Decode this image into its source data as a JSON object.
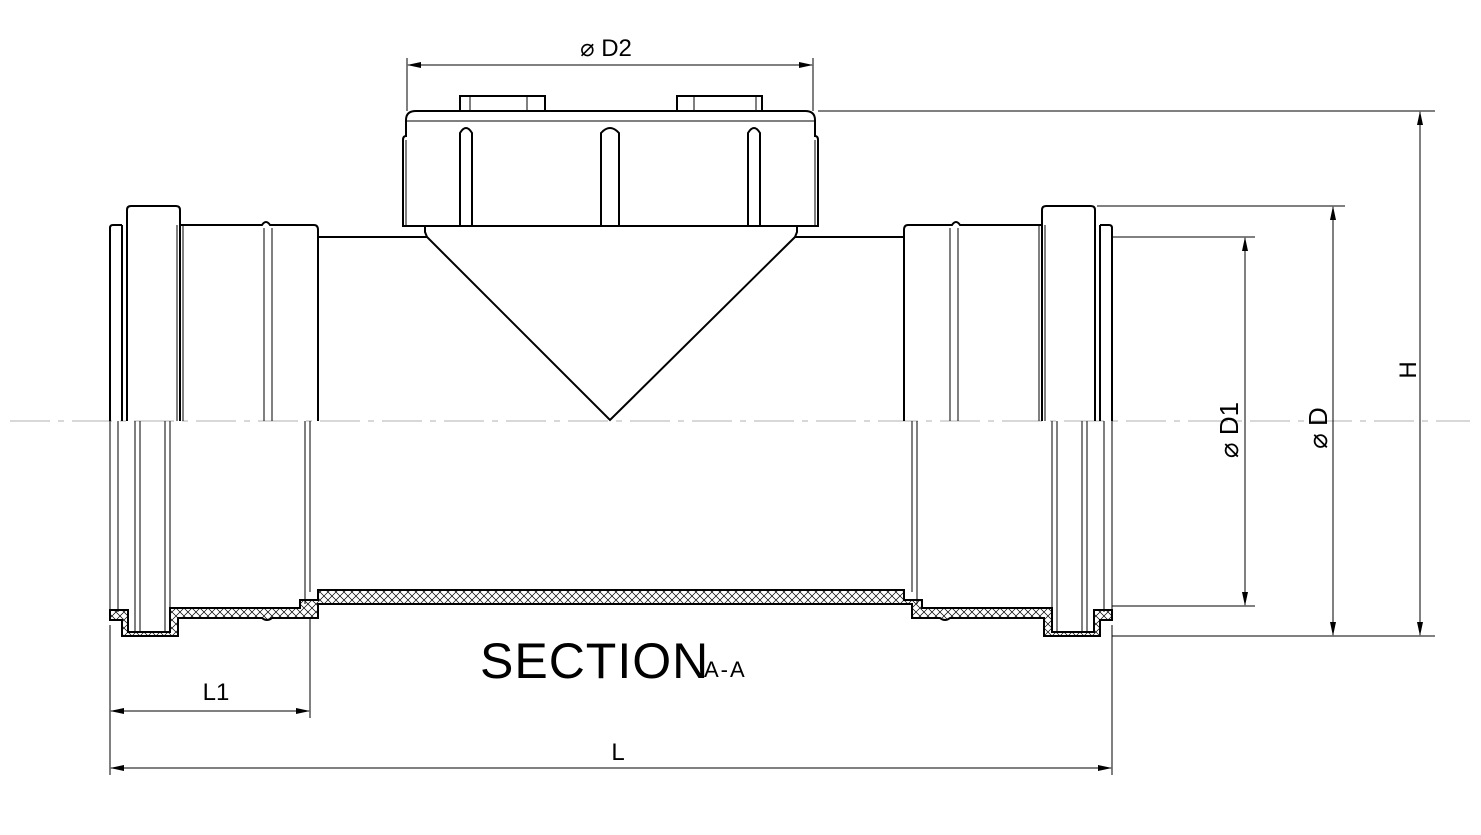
{
  "title": {
    "main": "SECTION",
    "view": "A-A"
  },
  "dimensions": {
    "d2": "⌀ D2",
    "d1": "⌀ D1",
    "d": "⌀ D",
    "h": "H",
    "l1": "L1",
    "l": "L"
  },
  "colors": {
    "line": "#000000",
    "centerline": "#b0b0b0"
  }
}
